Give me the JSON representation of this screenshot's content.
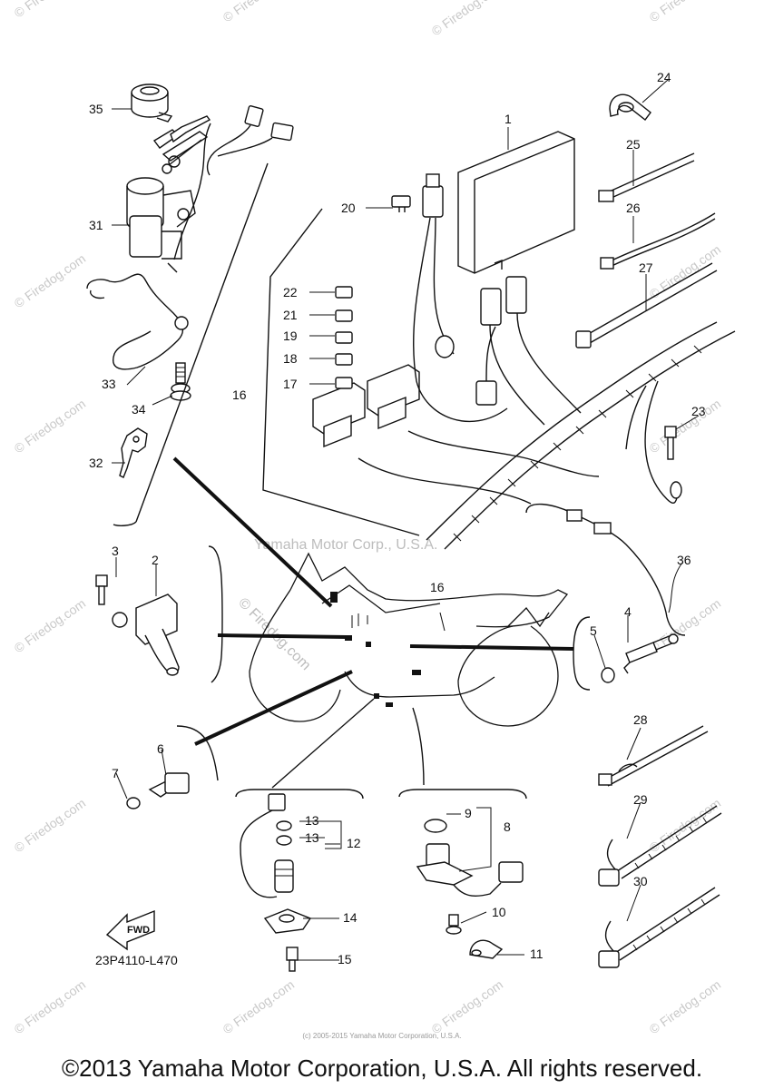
{
  "diagram_code": "23P4110-L470",
  "fwd_label": "FWD",
  "copyright": "©2013 Yamaha Motor Corporation, U.S.A. All rights reserved.",
  "small_copyright": "(c) 2005-2015 Yamaha Motor Corporation, U.S.A.",
  "watermark_text": "© Firedog.com",
  "center_watermark": "Yamaha Motor Corp., U.S.A.",
  "callouts": {
    "c1": "1",
    "c2": "2",
    "c3": "3",
    "c4": "4",
    "c5": "5",
    "c6": "6",
    "c7": "7",
    "c8": "8",
    "c9": "9",
    "c10": "10",
    "c11": "11",
    "c12": "12",
    "c13a": "13",
    "c13b": "13",
    "c14": "14",
    "c15": "15",
    "c16a": "16",
    "c16b": "16",
    "c17": "17",
    "c18": "18",
    "c19": "19",
    "c20": "20",
    "c21": "21",
    "c22": "22",
    "c23": "23",
    "c24": "24",
    "c25": "25",
    "c26": "26",
    "c27": "27",
    "c28": "28",
    "c29": "29",
    "c30": "30",
    "c31": "31",
    "c32": "32",
    "c33": "33",
    "c34": "34",
    "c35": "35",
    "c36": "36"
  }
}
